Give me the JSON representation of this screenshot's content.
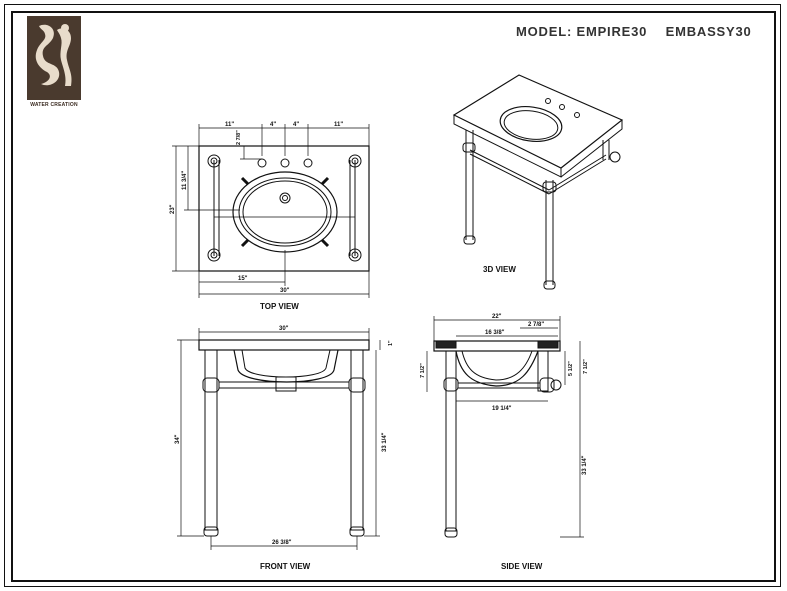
{
  "header": {
    "model_label": "MODEL: EMPIRE30",
    "variant_label": "EMBASSY30"
  },
  "logo": {
    "brand_text": "WATER CREATION",
    "icon": "figure-logo-icon"
  },
  "views": {
    "top": "TOP VIEW",
    "threed": "3D VIEW",
    "front": "FRONT VIEW",
    "side": "SIDE VIEW"
  },
  "top_dims": {
    "d1": "11\"",
    "d2": "4\"",
    "d3": "4\"",
    "d4": "11\"",
    "d5": "2 7/8\"",
    "d6": "11 3/4\"",
    "d7": "23\"",
    "d8": "15\"",
    "d9": "30\""
  },
  "front_dims": {
    "top": "30\"",
    "thick": "1\"",
    "height_left": "34\"",
    "height_right": "33 1/4\"",
    "bottom": "26 3/8\""
  },
  "side_dims": {
    "top": "22\"",
    "d1": "2 7/8\"",
    "d2": "16 3/8\"",
    "d3": "7 1/2\"",
    "d4": "5 1/2\"",
    "d5": "7 1/2\"",
    "d6": "19 1/4\"",
    "d7": "33 1/4\""
  },
  "colors": {
    "line": "#111111",
    "logo_bg": "#4a3a2e"
  }
}
